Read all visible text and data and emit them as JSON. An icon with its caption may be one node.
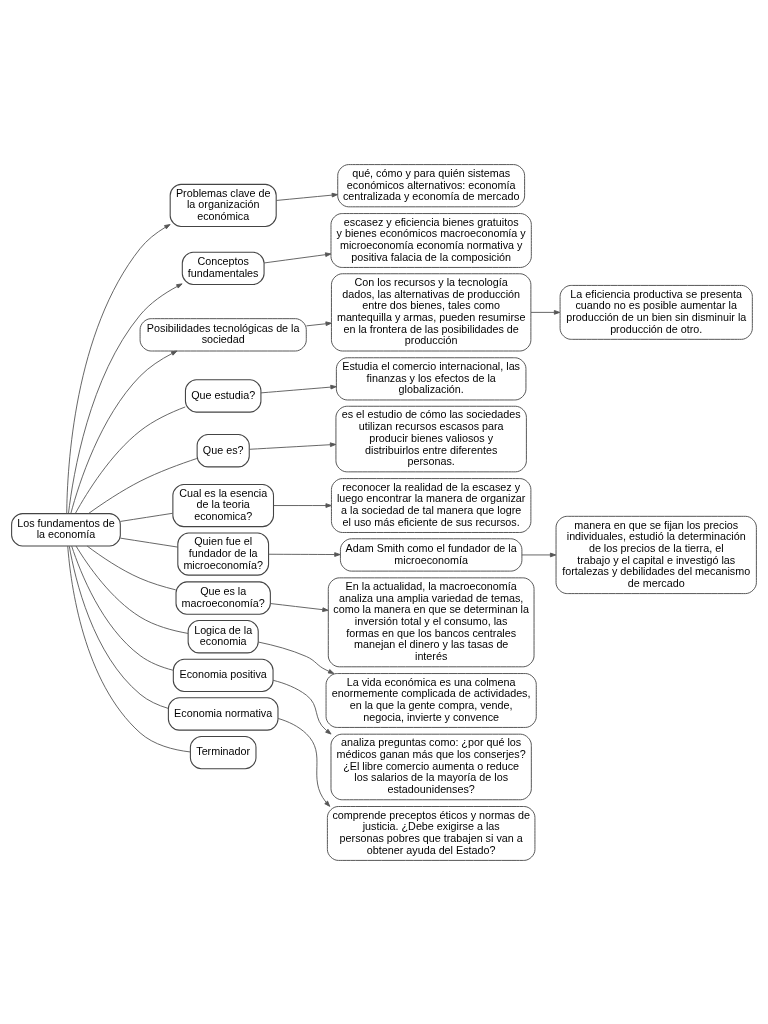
{
  "diagram": {
    "nodes": [
      {
        "text": [
          "Los fundamentos de la economía"
        ]
      },
      {
        "text": [
          "Problemas clave de la organización económica"
        ]
      },
      {
        "text": [
          "qué, cómo y para quién sistemas económicos alternativos: economía centralizada y economía de mercado"
        ]
      },
      {
        "text": [
          "Conceptos fundamentales"
        ]
      },
      {
        "text": [
          "escasez y eficiencia bienes gratuitos y bienes económicos macroeconomía y microeconomía economía normativa y positiva falacia de la composición"
        ]
      },
      {
        "text": [
          "Posibilidades tecnológicas de la sociedad"
        ]
      },
      {
        "text": [
          "Con los recursos y la tecnología dados, las alternativas de producción entre dos bienes, tales como mantequilla y armas, pueden resumirse en la frontera de las posibilidades de producción"
        ]
      },
      {
        "text": [
          "La eficiencia productiva se presenta cuando no es posible aumentar la producción de un bien sin disminuir la producción de otro."
        ]
      },
      {
        "text": [
          "Que estudia?"
        ]
      },
      {
        "text": [
          "Estudia el comercio internacional, las finanzas y los efectos de la globalización."
        ]
      },
      {
        "text": [
          "Que es?"
        ]
      },
      {
        "text": [
          "es el estudio de cómo las sociedades utilizan recursos escasos para producir bienes valiosos y distribuirlos entre diferentes personas."
        ]
      },
      {
        "text": [
          "Cual es la esencia de la teoria economica?"
        ]
      },
      {
        "text": [
          "reconocer la realidad de la escasez y luego encontrar la manera de organizar a la sociedad de tal manera que logre el uso más eficiente de sus recursos."
        ]
      },
      {
        "text": [
          "Quien fue el fundador de la microeconomía?"
        ]
      },
      {
        "text": [
          "Adam Smith como el fundador de la microeconomía"
        ]
      },
      {
        "text": [
          "manera en que se fijan los precios individuales, estudió la determinación de los precios de la tierra, el trabajo y el capital e investigó las fortalezas y debilidades del mecanismo de mercado"
        ]
      },
      {
        "text": [
          "Que es la macroeconomía?"
        ]
      },
      {
        "text": [
          "En la actualidad, la macroeconomía analiza una amplia variedad de temas, como la manera en que se determinan la inversión total y el consumo, las formas en que los bancos centrales manejan el dinero y las tasas de interés"
        ]
      },
      {
        "text": [
          "Logica de la economia"
        ]
      },
      {
        "text": [
          "La vida económica es una colmena enormemente complicada de actividades, en la que la gente compra, vende, negocia, invierte y convence"
        ]
      },
      {
        "text": [
          "Economia positiva"
        ]
      },
      {
        "text": [
          "analiza preguntas como: ¿por qué los médicos ganan más que los conserjes? ¿El libre comercio aumenta o reduce los salarios de la mayoría de los estadounidenses?"
        ]
      },
      {
        "text": [
          "Economia normativa"
        ]
      },
      {
        "text": [
          "comprende preceptos éticos y normas de justicia. ¿Debe exigirse a las personas pobres que trabajen si van a obtener ayuda del Estado?"
        ]
      },
      {
        "text": [
          "Terminador"
        ]
      }
    ],
    "edges": [
      {
        "from": 0,
        "to": 1,
        "arrow": "to"
      },
      {
        "from": 1,
        "to": 2,
        "arrow": "to"
      },
      {
        "from": 0,
        "to": 3,
        "arrow": "to"
      },
      {
        "from": 3,
        "to": 4,
        "arrow": "to"
      },
      {
        "from": 0,
        "to": 5,
        "arrow": "to"
      },
      {
        "from": 5,
        "to": 6,
        "arrow": "to"
      },
      {
        "from": 6,
        "to": 7,
        "arrow": "to"
      },
      {
        "from": 0,
        "to": 8,
        "arrow": "none"
      },
      {
        "from": 0,
        "to": 10,
        "arrow": "none"
      },
      {
        "from": 0,
        "to": 12,
        "arrow": "none"
      },
      {
        "from": 0,
        "to": 14,
        "arrow": "none"
      },
      {
        "from": 0,
        "to": 17,
        "arrow": "none"
      },
      {
        "from": 0,
        "to": 19,
        "arrow": "none"
      },
      {
        "from": 0,
        "to": 21,
        "arrow": "none"
      },
      {
        "from": 0,
        "to": 23,
        "arrow": "none"
      },
      {
        "from": 0,
        "to": 25,
        "arrow": "none"
      },
      {
        "from": 8,
        "to": 9,
        "arrow": "to"
      },
      {
        "from": 10,
        "to": 11,
        "arrow": "to"
      },
      {
        "from": 12,
        "to": 13,
        "arrow": "to"
      },
      {
        "from": 14,
        "to": 15,
        "arrow": "to"
      },
      {
        "from": 15,
        "to": 16,
        "arrow": "to"
      },
      {
        "from": 17,
        "to": 18,
        "arrow": "to"
      },
      {
        "from": 19,
        "to": 20,
        "arrow": "to"
      },
      {
        "from": 21,
        "to": 22,
        "arrow": "to"
      },
      {
        "from": 23,
        "to": 24,
        "arrow": "to"
      }
    ]
  }
}
